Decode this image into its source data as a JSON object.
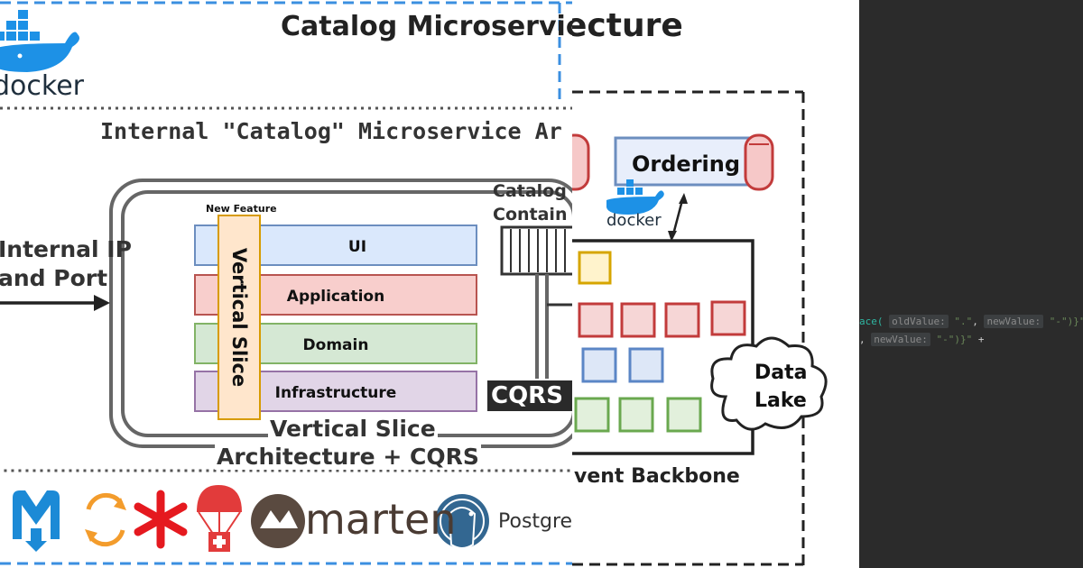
{
  "left_panel": {
    "title": "Catalog Microservice",
    "docker_label": "docker",
    "internal_title": "Internal \"Catalog\" Microservice Ar",
    "internal_ip_line1": "Internal IP",
    "internal_ip_line2": "and Port",
    "new_feature": "New Feature",
    "vertical_slice": "Vertical Slice",
    "layers": [
      "UI",
      "Application",
      "Domain",
      "Infrastructure"
    ],
    "vsa_line1": "Vertical Slice",
    "vsa_line2": "Architecture + CQRS",
    "catalog_line1": "Catalog",
    "catalog_line2": "Contain",
    "cqrs": "CQRS",
    "marten": "marten",
    "postgres": "Postgre"
  },
  "middle_panel": {
    "title_tail": "ecture",
    "ordering": "Ordering",
    "docker_label": "docker",
    "data_lake_line1": "Data",
    "data_lake_line2": "Lake",
    "event_backbone": "vent Backbone"
  },
  "code_panel": {
    "line1": {
      "fn": "ace(",
      "hint1": "oldValue:",
      "str1": "\".\"",
      "comma": ",",
      "hint2": "newValue:",
      "str2": "\"-\")}\"",
      "plus": "+"
    },
    "line2": {
      "comma": ",",
      "hint": "newValue:",
      "str": "\"-\")}\"",
      "plus": "+"
    }
  },
  "colors": {
    "ui_layer": "#dae8fc",
    "application_layer": "#f8cecc",
    "domain_layer": "#d5e8d4",
    "infrastructure_layer": "#e1d5e7",
    "vertical_slice": "#ffe6cc",
    "docker_blue": "#1d91e6",
    "code_bg": "#2b2b2b"
  }
}
